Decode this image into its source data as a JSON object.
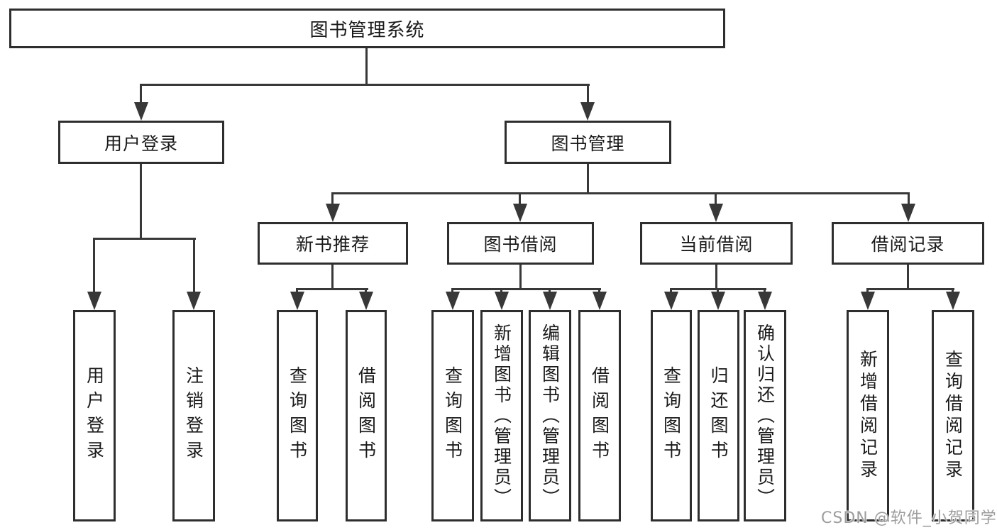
{
  "root": {
    "label": "图书管理系统"
  },
  "level1": [
    {
      "label": "用户登录"
    },
    {
      "label": "图书管理"
    }
  ],
  "level2": [
    {
      "label": "新书推荐",
      "parent": "图书管理"
    },
    {
      "label": "图书借阅",
      "parent": "图书管理"
    },
    {
      "label": "当前借阅",
      "parent": "图书管理"
    },
    {
      "label": "借阅记录",
      "parent": "图书管理"
    }
  ],
  "leaves": [
    {
      "label": "用户登录",
      "parent": "用户登录"
    },
    {
      "label": "注销登录",
      "parent": "用户登录"
    },
    {
      "label": "查询图书",
      "parent": "新书推荐"
    },
    {
      "label": "借阅图书",
      "parent": "新书推荐"
    },
    {
      "label": "查询图书",
      "parent": "图书借阅"
    },
    {
      "label": "新增图书（管理员）",
      "parent": "图书借阅"
    },
    {
      "label": "编辑图书（管理员）",
      "parent": "图书借阅"
    },
    {
      "label": "借阅图书",
      "parent": "图书借阅"
    },
    {
      "label": "查询图书",
      "parent": "当前借阅"
    },
    {
      "label": "归还图书",
      "parent": "当前借阅"
    },
    {
      "label": "确认归还（管理员）",
      "parent": "当前借阅"
    },
    {
      "label": "新增借阅记录",
      "parent": "借阅记录"
    },
    {
      "label": "查询借阅记录",
      "parent": "借阅记录"
    }
  ],
  "watermark": "CSDN @软件_小贺同学",
  "colors": {
    "line": "#383838",
    "border": "#2e2e2e",
    "text": "#1a1a1a",
    "background": "#ffffff",
    "watermark": "#9d9d9d"
  }
}
